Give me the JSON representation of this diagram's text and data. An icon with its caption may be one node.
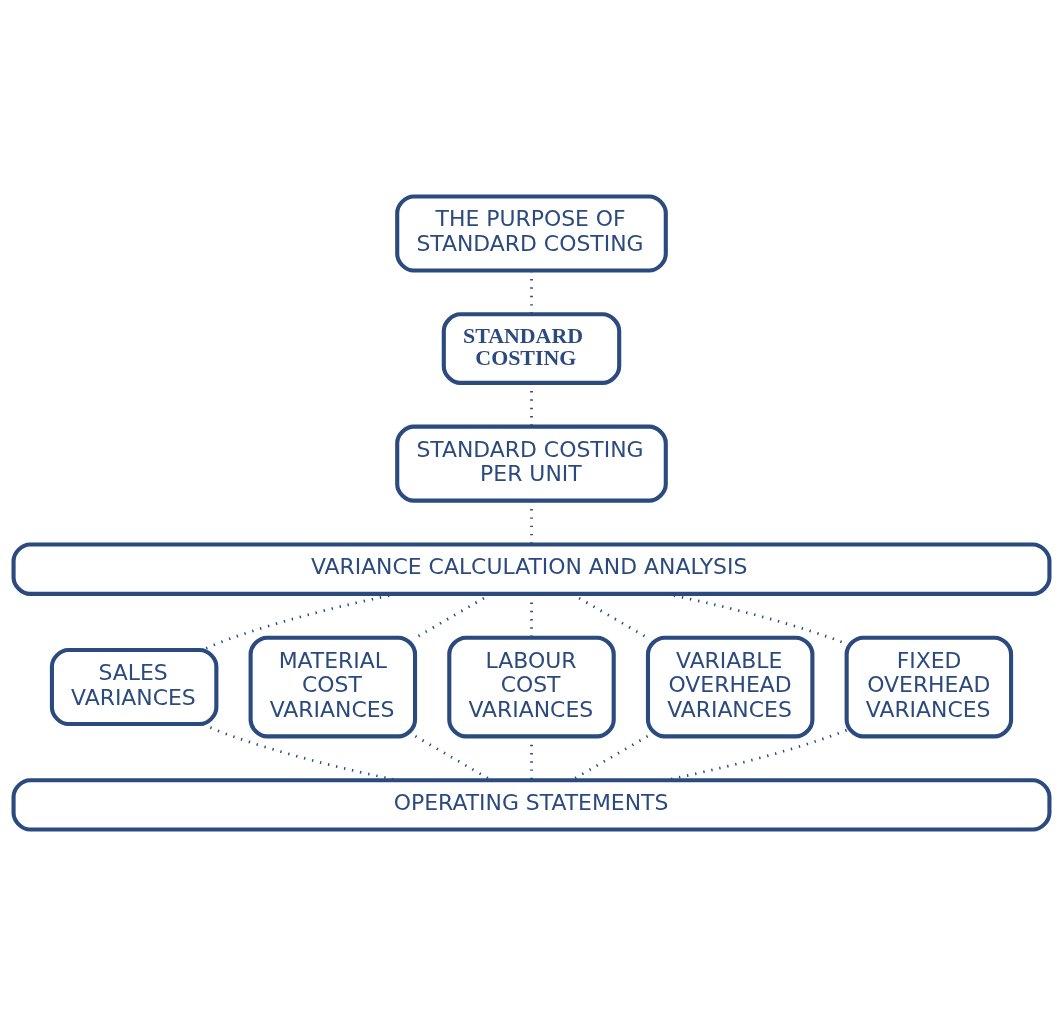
{
  "diagram": {
    "nodes": [
      {
        "text": [
          "THE PURPOSE OF STANDARD COSTING"
        ]
      },
      {
        "text": [
          "STANDARD COSTING"
        ]
      },
      {
        "text": [
          "STANDARD COSTING PER UNIT"
        ]
      },
      {
        "text": [
          "VARIANCE CALCULATION AND ANALYSIS"
        ]
      },
      {
        "text": [
          "SALES VARIANCES"
        ]
      },
      {
        "text": [
          "MATERIAL COST VARIANCES"
        ]
      },
      {
        "text": [
          "LABOUR COST VARIANCES"
        ]
      },
      {
        "text": [
          "VARIABLE OVERHEAD VARIANCES"
        ]
      },
      {
        "text": [
          "FIXED OVERHEAD VARIANCES"
        ]
      },
      {
        "text": [
          "OPERATING STATEMENTS"
        ]
      }
    ],
    "edges": [
      {
        "from": 0,
        "to": 1,
        "arrow": "none"
      },
      {
        "from": 1,
        "to": 2,
        "arrow": "none"
      },
      {
        "from": 2,
        "to": 3,
        "arrow": "none"
      },
      {
        "from": 3,
        "to": 4,
        "arrow": "none"
      },
      {
        "from": 3,
        "to": 5,
        "arrow": "none"
      },
      {
        "from": 3,
        "to": 6,
        "arrow": "none"
      },
      {
        "from": 3,
        "to": 7,
        "arrow": "none"
      },
      {
        "from": 3,
        "to": 8,
        "arrow": "none"
      },
      {
        "from": 4,
        "to": 9,
        "arrow": "none"
      },
      {
        "from": 5,
        "to": 9,
        "arrow": "none"
      },
      {
        "from": 6,
        "to": 9,
        "arrow": "none"
      },
      {
        "from": 7,
        "to": 9,
        "arrow": "none"
      },
      {
        "from": 8,
        "to": 9,
        "arrow": "none"
      }
    ]
  }
}
